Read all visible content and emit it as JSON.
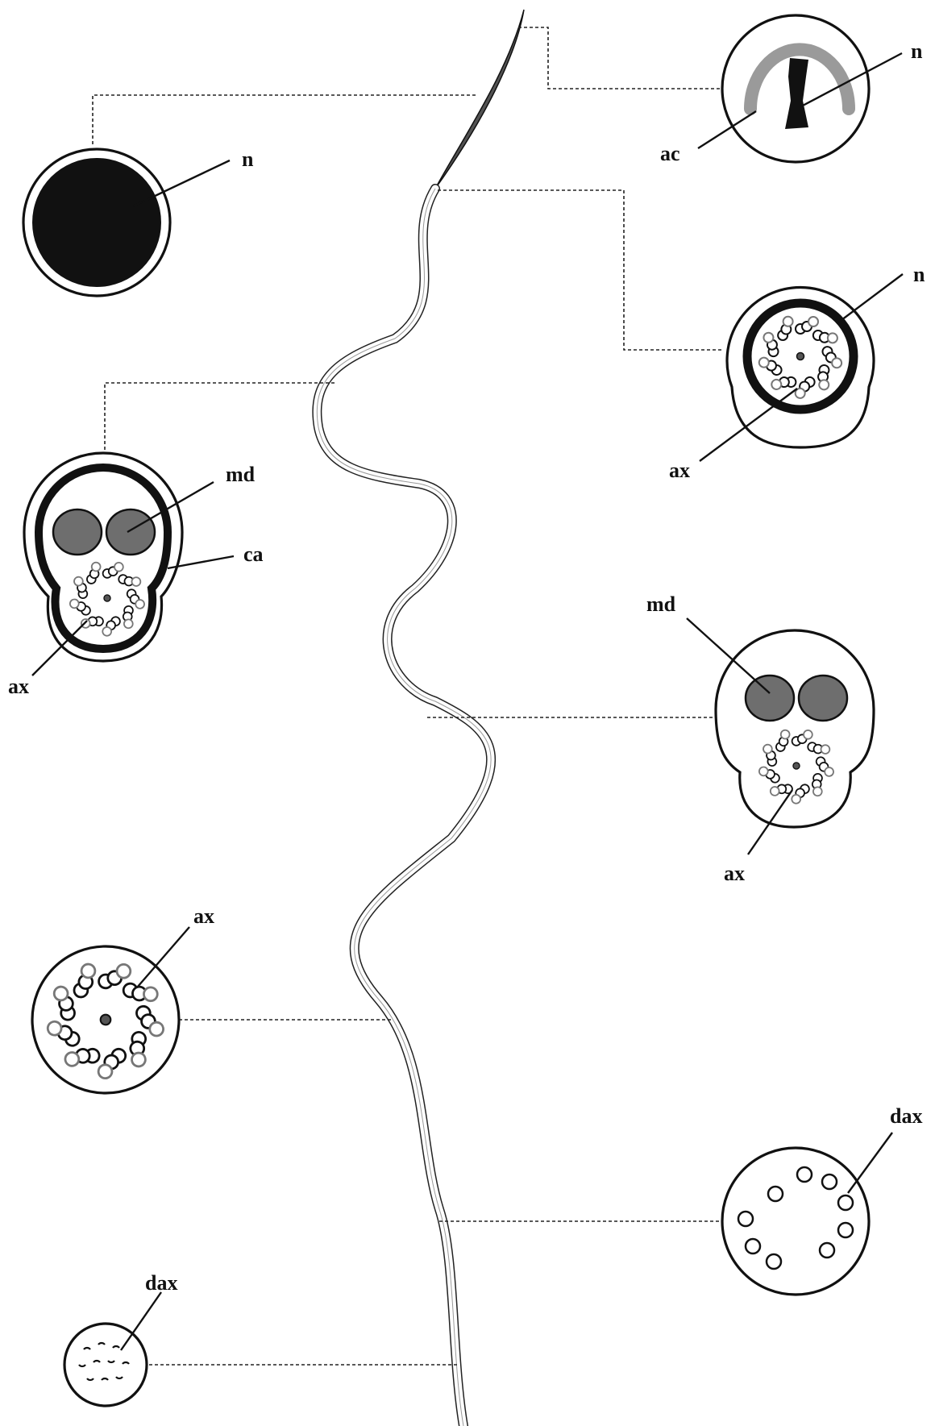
{
  "labels": {
    "n": "n",
    "ac": "ac",
    "md": "md",
    "ca": "ca",
    "ax": "ax",
    "dax": "dax"
  }
}
